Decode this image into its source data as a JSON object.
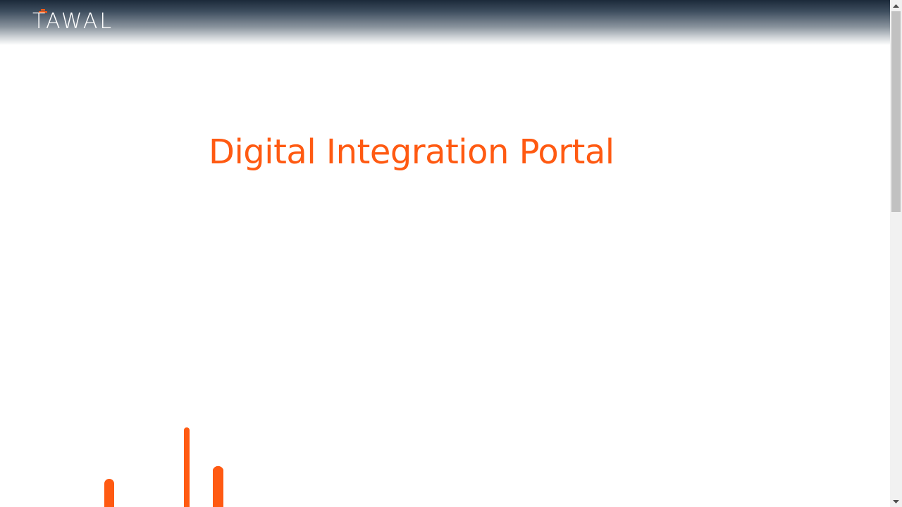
{
  "header": {
    "logo_text": "TAWAL",
    "brand_colors": {
      "accent": "#ff5a12",
      "logo": "#ffffff",
      "header_dark": "#1c2a3a"
    }
  },
  "main": {
    "title": "Digital Integration Portal",
    "title_color": "#ff5a12"
  },
  "decor": {
    "icon": "orange-signal-bars",
    "color": "#ff5a12"
  },
  "scrollbar": {
    "up_icon": "triangle-up-icon",
    "down_icon": "triangle-down-icon"
  }
}
